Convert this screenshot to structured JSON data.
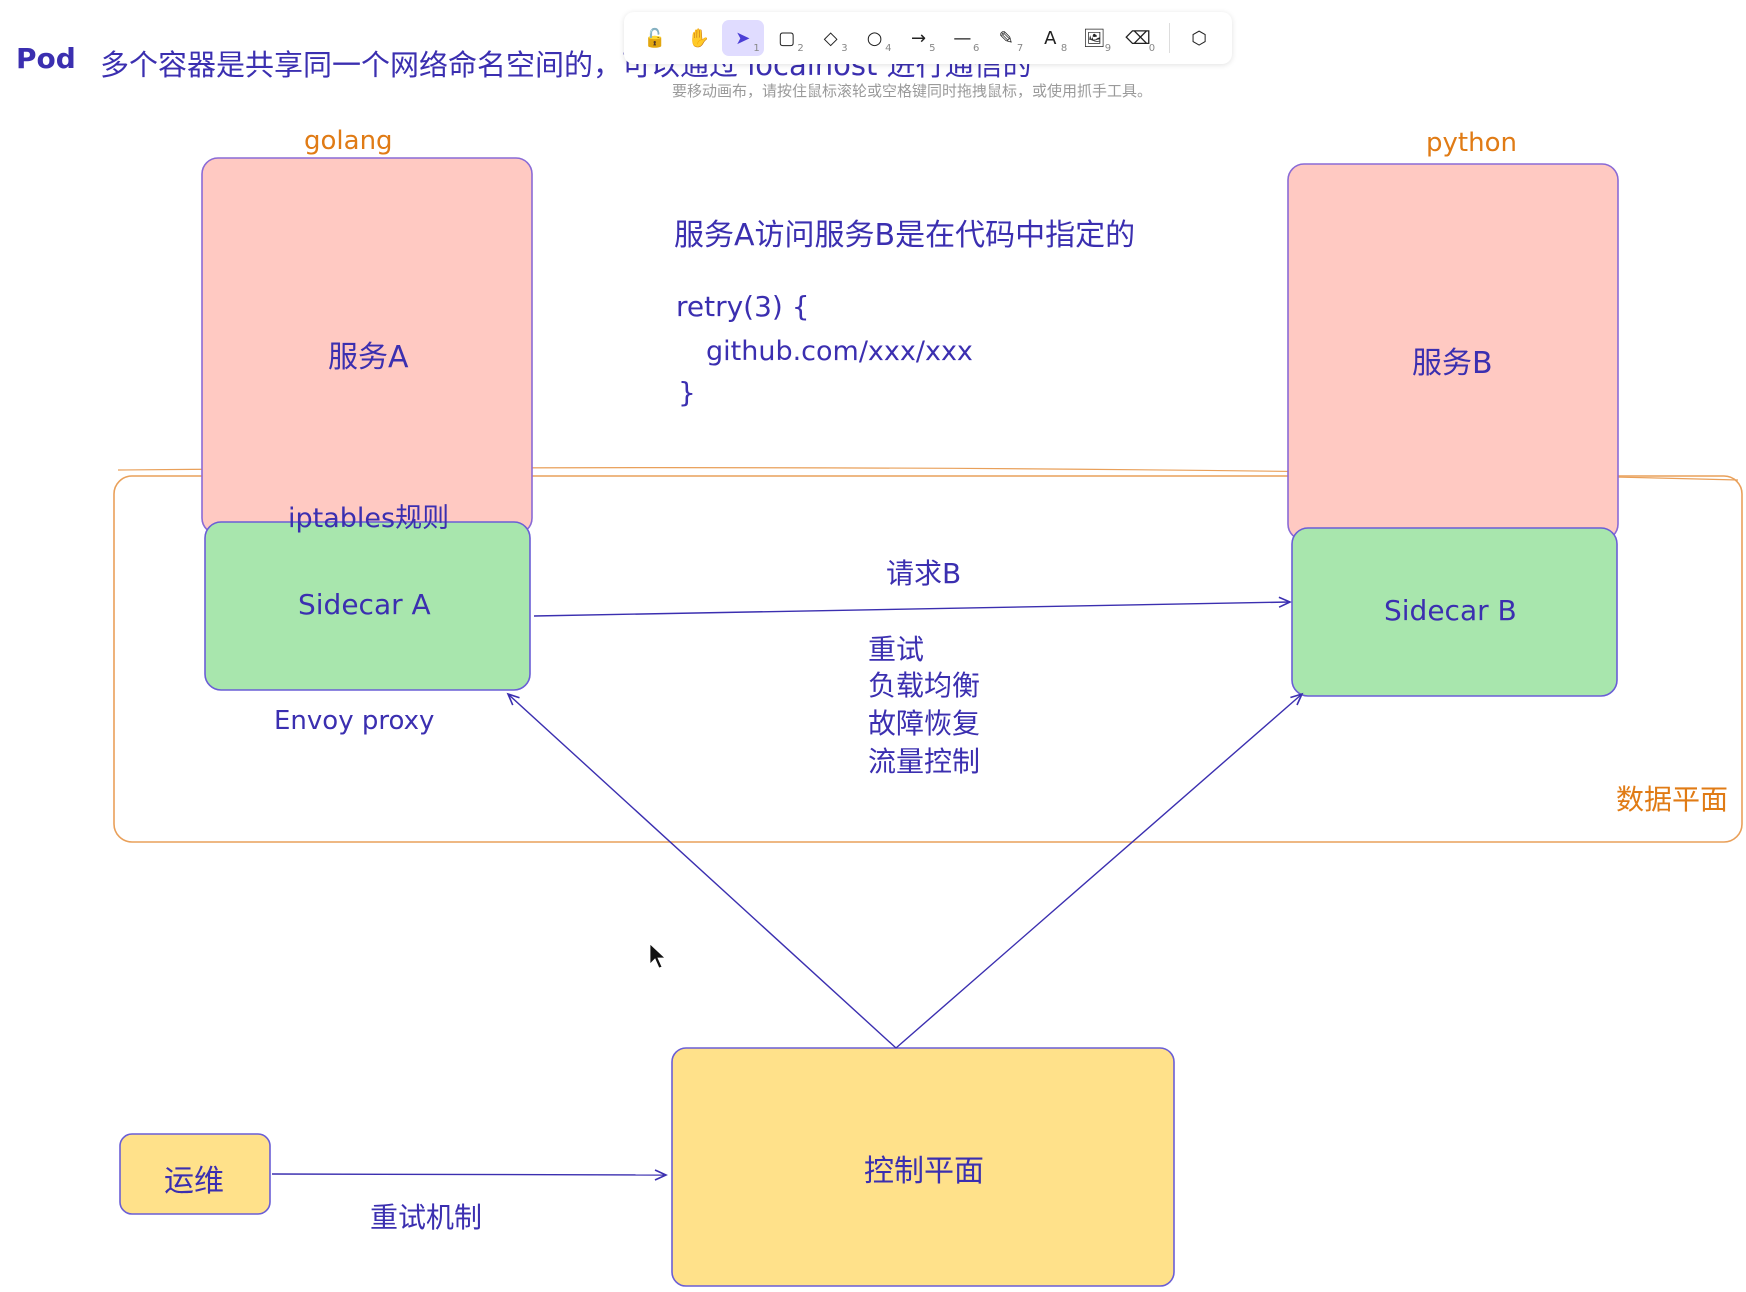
{
  "header": {
    "pod": "Pod",
    "text": "多个容器是共享同一个网络命名空间的，可以通过 localhost 进行通信的"
  },
  "toolbar": {
    "hint": "要移动画布，请按住鼠标滚轮或空格键同时拖拽鼠标，或使用抓手工具。",
    "tools": [
      {
        "icon": "lock-icon",
        "glyph": "🔓",
        "num": ""
      },
      {
        "icon": "hand-icon",
        "glyph": "✋",
        "num": ""
      },
      {
        "icon": "cursor-icon",
        "glyph": "➤",
        "num": "1"
      },
      {
        "icon": "rectangle-icon",
        "glyph": "▢",
        "num": "2"
      },
      {
        "icon": "diamond-icon",
        "glyph": "◇",
        "num": "3"
      },
      {
        "icon": "ellipse-icon",
        "glyph": "○",
        "num": "4"
      },
      {
        "icon": "arrow-icon",
        "glyph": "→",
        "num": "5"
      },
      {
        "icon": "line-icon",
        "glyph": "—",
        "num": "6"
      },
      {
        "icon": "pencil-icon",
        "glyph": "✎",
        "num": "7"
      },
      {
        "icon": "text-icon",
        "glyph": "A",
        "num": "8"
      },
      {
        "icon": "image-icon",
        "glyph": "🖼",
        "num": "9"
      },
      {
        "icon": "eraser-icon",
        "glyph": "⌫",
        "num": "0"
      },
      {
        "icon": "shapes-icon",
        "glyph": "⬡",
        "num": ""
      }
    ]
  },
  "diagram": {
    "golang": "golang",
    "python": "python",
    "service_a": "服务A",
    "service_b": "服务B",
    "iptables": "iptables规则",
    "sidecar_a": "Sidecar A",
    "sidecar_b": "Sidecar B",
    "envoy": "Envoy proxy",
    "note_title": "服务A访问服务B是在代码中指定的",
    "code_line1": "retry(3) {",
    "code_line2": "github.com/xxx/xxx",
    "code_line3": "}",
    "request_b": "请求B",
    "features": [
      "重试",
      "负载均衡",
      "故障恢复",
      "流量控制"
    ],
    "data_plane": "数据平面",
    "control_plane": "控制平面",
    "ops": "运维",
    "retry_mechanism": "重试机制"
  },
  "colors": {
    "ink": "#3b2fb0",
    "orange": "#e07b15",
    "service_fill": "#ffc9c2",
    "sidecar_fill": "#a8e6ad",
    "control_fill": "#ffe18a"
  }
}
